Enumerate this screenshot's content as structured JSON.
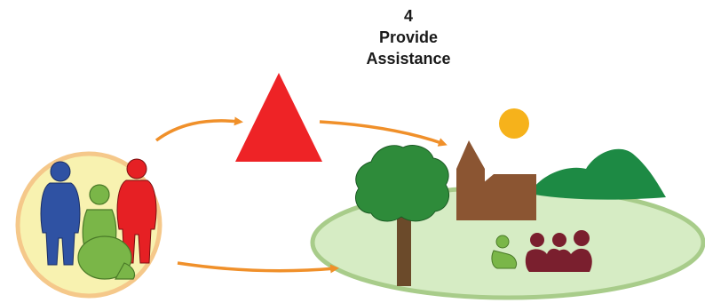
{
  "step": {
    "number": "4",
    "title_line1": "Provide",
    "title_line2": "Assistance"
  },
  "colors": {
    "arrow": "#f0902a",
    "triangle": "#ee2326",
    "sun": "#f6b21b",
    "group_circle_fill": "#f8f2b0",
    "group_circle_border": "#f5c88a",
    "person_blue": "#2f52a3",
    "person_red": "#e62024",
    "person_green": "#7ab648",
    "land_fill": "#d6ecc4",
    "land_border": "#a8cc8a",
    "church": "#8b5532",
    "tree_crown": "#2e8b3a",
    "tree_trunk": "#6b4a2a",
    "hills": "#1d8a44",
    "family": "#7a1f2e"
  }
}
